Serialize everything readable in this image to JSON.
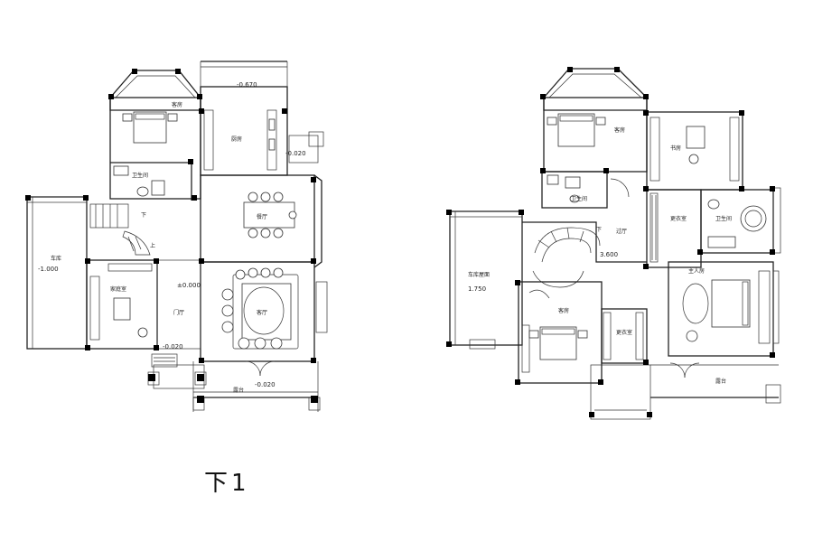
{
  "caption": "下1",
  "floor1": {
    "rooms": {
      "bedroom": "客房",
      "kitchen": "厨房",
      "bathroom": "卫生间",
      "dining": "餐厅",
      "garage": "车库",
      "study": "家庭室",
      "foyer": "门厅",
      "living": "客厅",
      "terrace": "露台"
    },
    "levels": {
      "top": "-0.670",
      "kitchen_side": "-0.020",
      "garage": "-1.000",
      "foyer": "±0.000",
      "entry": "-0.020",
      "terrace": "-0.020"
    },
    "stair_marks": {
      "down": "下",
      "up": "上"
    }
  },
  "floor2": {
    "rooms": {
      "bedroom_top": "客房",
      "study": "书房",
      "bathroom_left": "卫生间",
      "corridor": "过厅",
      "wardrobe_mid": "更衣室",
      "bathroom_right": "卫生间",
      "garage_roof": "车库屋面",
      "master_bedroom": "主人房",
      "bedroom_bottom": "客房",
      "wardrobe_bottom": "更衣室",
      "terrace": "露台"
    },
    "levels": {
      "corridor": "3.600",
      "garage_roof": "1.750"
    },
    "stair_marks": {
      "down": "下"
    }
  }
}
